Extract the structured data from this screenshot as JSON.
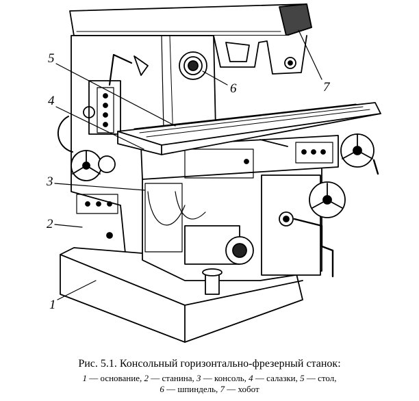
{
  "figure": {
    "callouts": [
      {
        "number": "1"
      },
      {
        "number": "2"
      },
      {
        "number": "3"
      },
      {
        "number": "4"
      },
      {
        "number": "5"
      },
      {
        "number": "6"
      },
      {
        "number": "7"
      }
    ]
  },
  "caption": {
    "title": "Рис. 5.1. Консольный горизонтально-фрезерный станок:",
    "legend": [
      {
        "number": "1",
        "text": "— основание,"
      },
      {
        "number": "2",
        "text": "— станина,"
      },
      {
        "number": "3",
        "text": "— консоль,"
      },
      {
        "number": "4",
        "text": "— салазки,"
      },
      {
        "number": "5",
        "text": "— стол,"
      },
      {
        "number": "6",
        "text": "— шпиндель,"
      },
      {
        "number": "7",
        "text": "— хобот"
      }
    ]
  }
}
